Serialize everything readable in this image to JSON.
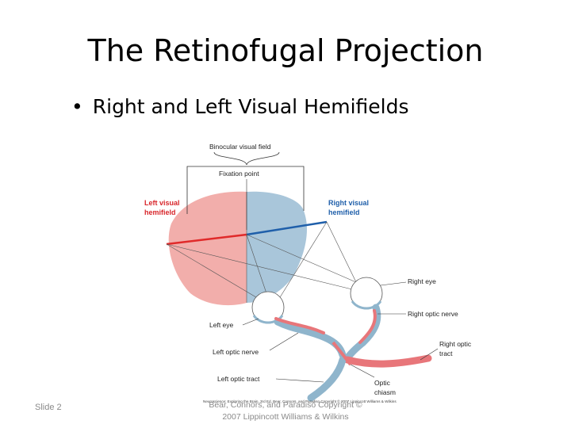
{
  "slide": {
    "title": "The Retinofugal Projection",
    "bullet": "Right and Left Visual Hemifields",
    "bullet_marker": "•",
    "slide_number": "Slide 2",
    "footer_line1": "Bear, Connors, and Paradiso Copyright ©",
    "footer_line2": "2007 Lippincott Williams & Wilkins"
  },
  "figure": {
    "labels": {
      "binocular_visual_field": "Binocular visual field",
      "fixation_point": "Fixation point",
      "left_visual_1": "Left visual",
      "left_visual_2": "hemifield",
      "right_visual_1": "Right visual",
      "right_visual_2": "hemifield",
      "right_eye": "Right eye",
      "right_optic_nerve": "Right optic nerve",
      "left_eye": "Left eye",
      "left_optic_nerve": "Left optic nerve",
      "right_optic_tract_1": "Right optic",
      "right_optic_tract_2": "tract",
      "left_optic_tract": "Left optic tract",
      "optic_chiasm_1": "Optic",
      "optic_chiasm_2": "chiasm",
      "credit": "Neuroscience: Exploring the Brain, 3rd Ed, Bear, Connors, and Paradiso Copyright © 2007 Lippincott Williams & Wilkins"
    },
    "colors": {
      "left_field": "#f2aeab",
      "right_field": "#a9c6da",
      "red_line": "#e02a2a",
      "blue_line": "#1f5faa",
      "tract_red": "#e8767a",
      "tract_blue": "#8fb5cc"
    }
  }
}
